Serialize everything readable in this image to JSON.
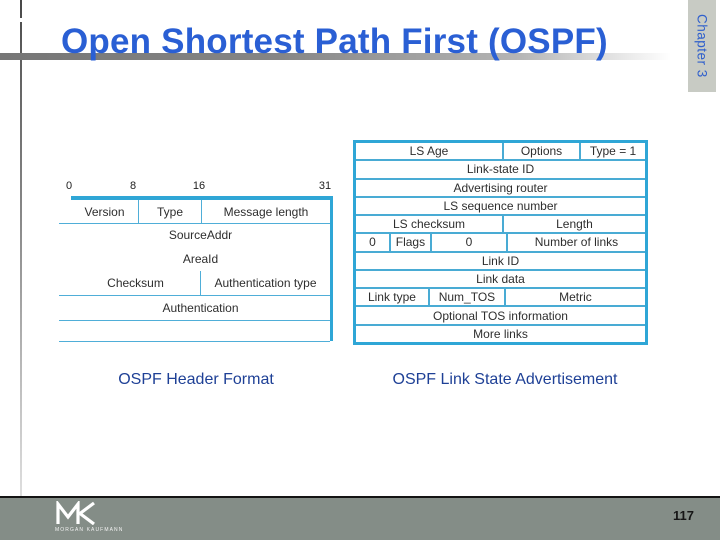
{
  "slide": {
    "title": "Open Shortest Path First (OSPF)",
    "chapter_tab_label": "Chapter 3",
    "page_number": "117",
    "publisher": "MORGAN KAUFMANN"
  },
  "ospf_header_diagram": {
    "caption": "OSPF Header Format",
    "bit_labels": [
      "0",
      "8",
      "16",
      "31"
    ],
    "rows": [
      {
        "cells": [
          "Version",
          "Type",
          "Message length"
        ]
      },
      {
        "cells": [
          "SourceAddr"
        ]
      },
      {
        "cells": [
          "AreaId"
        ]
      },
      {
        "cells": [
          "Checksum",
          "Authentication type"
        ]
      },
      {
        "cells": [
          "Authentication"
        ]
      },
      {
        "cells": [
          ""
        ]
      }
    ]
  },
  "lsa_diagram": {
    "caption": "OSPF Link State Advertisement",
    "rows": [
      {
        "cells": [
          "LS Age",
          "Options",
          "Type = 1"
        ]
      },
      {
        "cells": [
          "Link-state ID"
        ]
      },
      {
        "cells": [
          "Advertising router"
        ]
      },
      {
        "cells": [
          "LS sequence number"
        ]
      },
      {
        "cells": [
          "LS checksum",
          "Length"
        ]
      },
      {
        "cells": [
          "0",
          "Flags",
          "0",
          "Number of links"
        ]
      },
      {
        "cells": [
          "Link ID"
        ]
      },
      {
        "cells": [
          "Link data"
        ]
      },
      {
        "cells": [
          "Link type",
          "Num_TOS",
          "Metric"
        ]
      },
      {
        "cells": [
          "Optional TOS information"
        ]
      },
      {
        "cells": [
          "More links"
        ]
      }
    ]
  },
  "colors": {
    "title_blue": "#2a5fd4",
    "caption_navy": "#1e4096",
    "diagram_cyan": "#2fa6d6",
    "footer_gray": "#848d87",
    "chapter_tab_bg": "#c8cbc4",
    "footer_text": "#161616"
  }
}
